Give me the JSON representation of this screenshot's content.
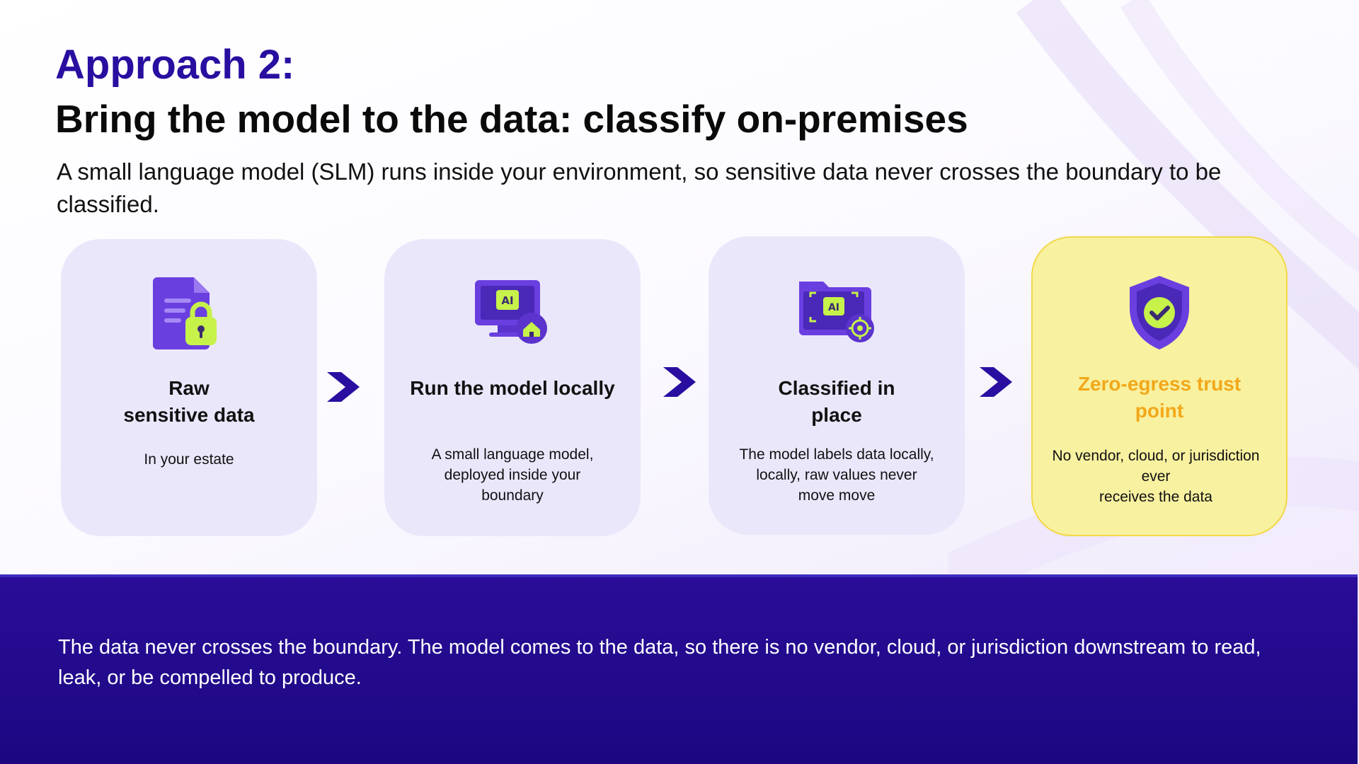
{
  "slide": {
    "eyebrow": "Approach 2:",
    "title": "Bring the model to the data: classify on-premises",
    "lead": "A small language model (SLM) runs inside your environment, so sensitive data never crosses the boundary to be classified."
  },
  "steps": [
    {
      "icon": "locked-document-icon",
      "title_line1": "Raw",
      "title_line2": "sensitive data",
      "desc": "In your estate"
    },
    {
      "icon": "ai-monitor-home-icon",
      "title_line1": "Run the model locally",
      "title_line2": "",
      "desc": "A small language model, deployed inside your boundary"
    },
    {
      "icon": "ai-folder-target-icon",
      "title_line1": "Classified in",
      "title_line2": "place",
      "desc": "The model labels data locally, locally, raw values never move move"
    },
    {
      "icon": "shield-check-icon",
      "title_line1": "Zero-egress trust",
      "title_line2": "point",
      "desc_line1": "No vendor, cloud, or jurisdiction",
      "desc_line2": "ever",
      "desc_line3": "receives the data"
    }
  ],
  "banner": {
    "text": "The data never crosses the boundary.  The model comes to the data, so there is no vendor, cloud, or jurisdiction downstream to read, leak, or be compelled to produce."
  },
  "colors": {
    "accent": "#2a0ea0",
    "banner": "#220a8a",
    "highlight_bg": "#f8f1a0",
    "highlight_text": "#f2a81a",
    "card_bg": "#ebe7fb",
    "icon_purple": "#6a3fe0",
    "icon_green": "#c6f24a"
  }
}
